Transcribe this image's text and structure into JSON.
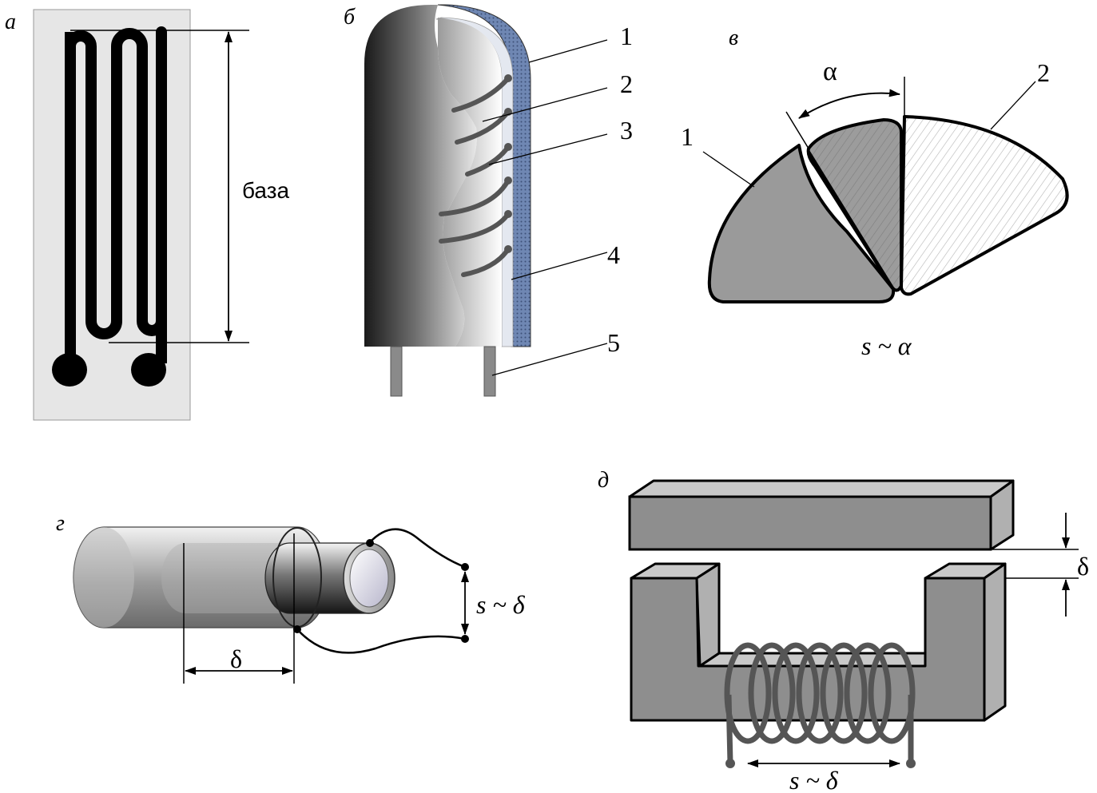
{
  "panels": {
    "a": {
      "letter": "а",
      "base_label": "база"
    },
    "b": {
      "letter": "б",
      "callouts": [
        "1",
        "2",
        "3",
        "4",
        "5"
      ]
    },
    "v": {
      "letter": "в",
      "alpha": "α",
      "part1": "1",
      "part2": "2",
      "formula": "s ~ α"
    },
    "g": {
      "letter": "г",
      "formula": "s ~ δ",
      "delta": "δ"
    },
    "d": {
      "letter": "д",
      "formula": "s ~ δ",
      "delta": "δ"
    }
  }
}
